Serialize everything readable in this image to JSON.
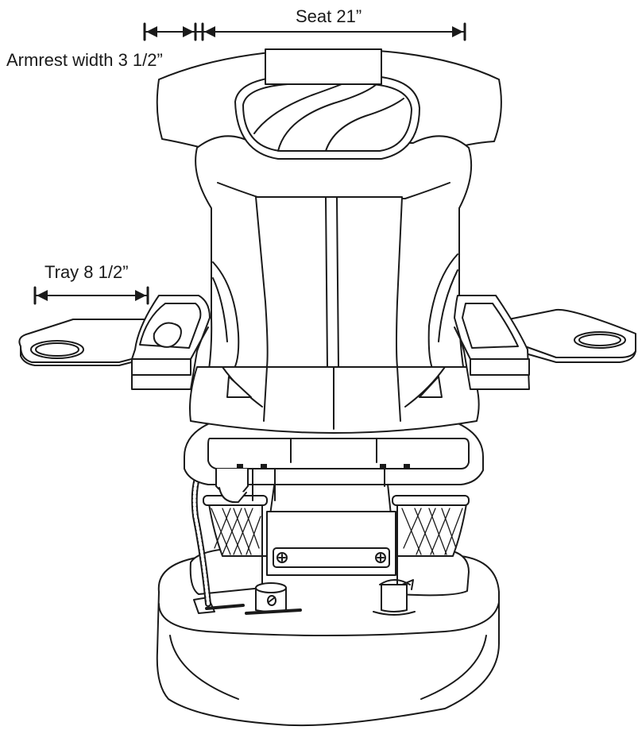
{
  "labels": {
    "seat": "Seat 21”",
    "armrest": "Armrest width 3 1/2”",
    "tray": "Tray 8 1/2”"
  },
  "colors": {
    "line": "#1a1a1a",
    "fill": "#ffffff"
  }
}
